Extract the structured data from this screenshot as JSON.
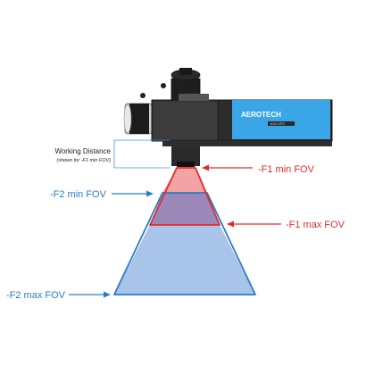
{
  "device": {
    "brand_text": "AEROTECH",
    "model_text": "AGV-XPO",
    "colors": {
      "housing": "#2b2b2b",
      "panel": "#3aa6e8",
      "dark": "#1a1a1a"
    }
  },
  "working_distance": {
    "title": "Working Distance",
    "subtitle": "(shown for -F1 min FOV)"
  },
  "fov_labels": {
    "f1_min": "-F1 min FOV",
    "f1_max": "-F1 max FOV",
    "f2_min": "-F2 min FOV",
    "f2_max": "-F2 max FOV"
  },
  "colors": {
    "f1": "#e52b2b",
    "f2": "#2a7cc7",
    "f1_fill": "#f2a3a6",
    "overlap_fill": "#9b87b8",
    "f2_fill": "#a8c4e8",
    "guide": "#4c91d0"
  }
}
